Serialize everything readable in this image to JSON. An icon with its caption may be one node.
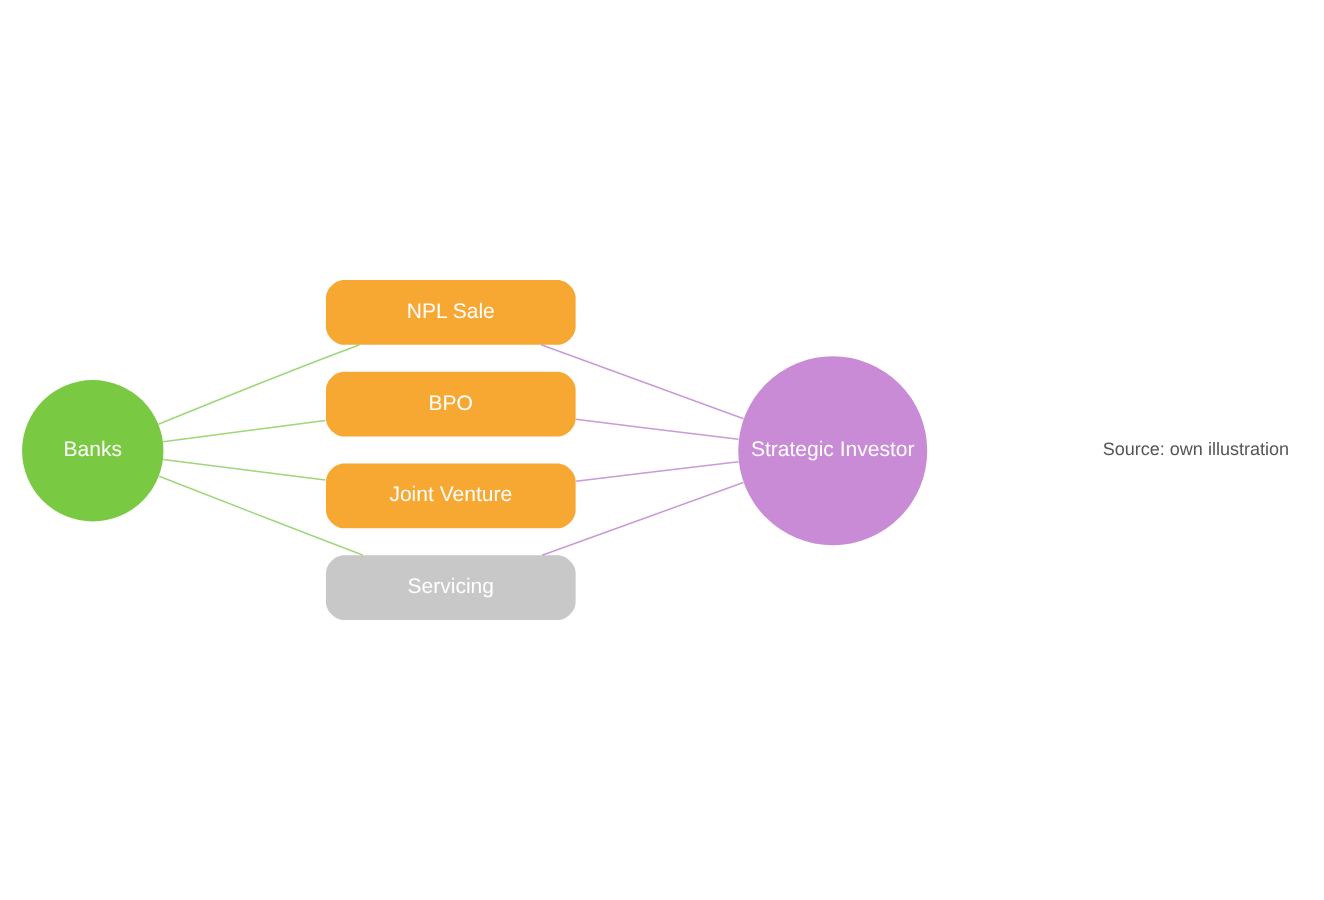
{
  "diagram": {
    "nodes": [
      {
        "text": [
          "Banks"
        ]
      },
      {
        "text": [
          "NPL Sale"
        ]
      },
      {
        "text": [
          "BPO"
        ]
      },
      {
        "text": [
          "Joint Venture"
        ]
      },
      {
        "text": [
          "Servicing"
        ]
      },
      {
        "text": [
          "Strategic Investor"
        ]
      }
    ],
    "edges": [
      {
        "from": 0,
        "to": 1,
        "arrow": "none",
        "color": "#9fd67a"
      },
      {
        "from": 0,
        "to": 2,
        "arrow": "none",
        "color": "#9fd67a"
      },
      {
        "from": 0,
        "to": 3,
        "arrow": "none",
        "color": "#9fd67a"
      },
      {
        "from": 0,
        "to": 4,
        "arrow": "none",
        "color": "#9fd67a"
      },
      {
        "from": 1,
        "to": 5,
        "arrow": "none",
        "color": "#c99ad6"
      },
      {
        "from": 2,
        "to": 5,
        "arrow": "none",
        "color": "#c99ad6"
      },
      {
        "from": 3,
        "to": 5,
        "arrow": "none",
        "color": "#c99ad6"
      },
      {
        "from": 4,
        "to": 5,
        "arrow": "none",
        "color": "#c99ad6"
      }
    ],
    "labels": [
      "Source: own illustration"
    ]
  }
}
